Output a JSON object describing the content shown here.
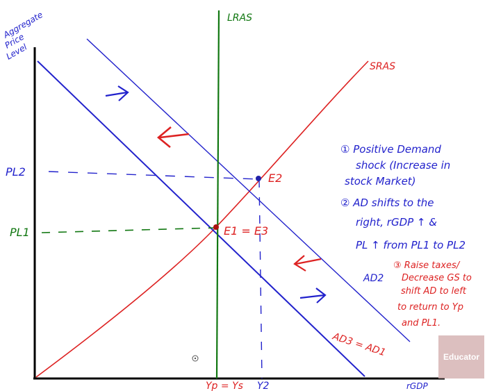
{
  "axes": {
    "y_label_line1": "Aggregate",
    "y_label_line2": "Price",
    "y_label_line3": "Level",
    "x_label": "rGDP"
  },
  "curves": {
    "lras": "LRAS",
    "sras": "SRAS",
    "ad2": "AD2",
    "ad3_ad1": "AD3 = AD1"
  },
  "price_levels": {
    "pl1": "PL1",
    "pl2": "PL2"
  },
  "quantities": {
    "yp_ys": "Yp = Ys",
    "y2": "Y2"
  },
  "equilibria": {
    "e1_e3": "E1 = E3",
    "e2": "E2"
  },
  "notes": {
    "note1_line1": "① Positive Demand",
    "note1_line2": "shock (Increase in",
    "note1_line3": "stock Market)",
    "note2_line1": "② AD shifts to the",
    "note2_line2": "right, rGDP ↑ &",
    "note2_line3": "PL ↑ from PL1 to PL2",
    "note3_line1": "③ Raise taxes/",
    "note3_line2": "Decrease GS to",
    "note3_line3": "shift AD to left",
    "note3_line4": "to return to Yp",
    "note3_line5": "and PL1."
  },
  "watermark": "Educator",
  "colors": {
    "ad": "#2222cc",
    "sras": "#dd2222",
    "lras": "#117711",
    "axis": "#000000"
  }
}
